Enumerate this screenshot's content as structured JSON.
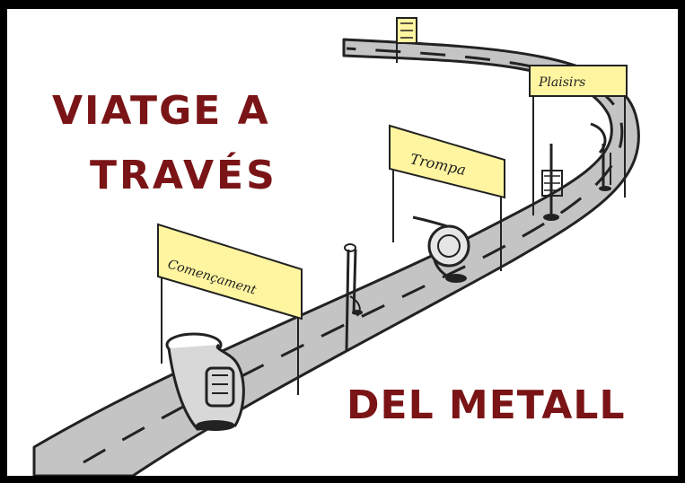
{
  "title": {
    "line1": "VIATGE A",
    "line2": "TRAVÉS",
    "line3": "DEL METALL"
  },
  "signs": [
    {
      "name": "finish-flag",
      "label": ""
    },
    {
      "name": "sign-top-right",
      "label": "Plaisirs"
    },
    {
      "name": "sign-middle",
      "label": "Trompa"
    },
    {
      "name": "sign-left",
      "label": "Començament"
    }
  ],
  "instruments": [
    "tuba",
    "trombone",
    "french-horn",
    "trumpet",
    "cornet"
  ],
  "colors": {
    "background": "#000000",
    "panel": "#ffffff",
    "title": "#7a1416",
    "road": "#c4c4c4",
    "road_edge": "#222222",
    "lane_marks": "#222222",
    "sign": "#fff5a0"
  }
}
